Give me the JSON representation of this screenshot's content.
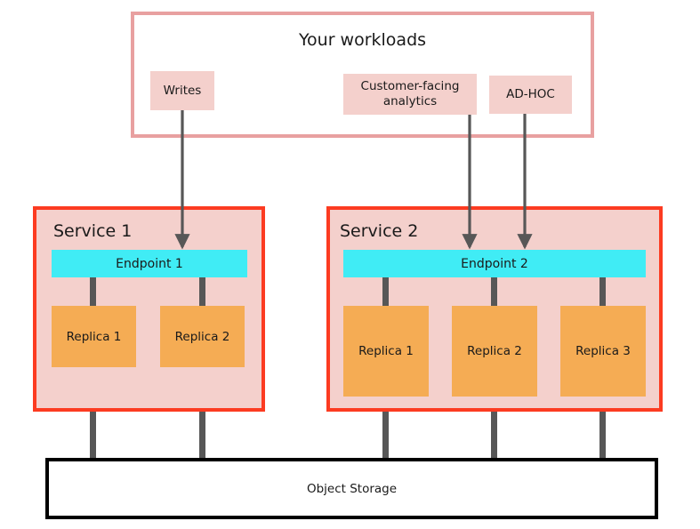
{
  "workloads": {
    "title": "Your workloads",
    "chips": [
      {
        "label": "Writes"
      },
      {
        "label": "Customer-facing analytics"
      },
      {
        "label": "AD-HOC"
      }
    ]
  },
  "services": [
    {
      "title": "Service 1",
      "endpoint": "Endpoint 1",
      "replicas": [
        {
          "label": "Replica 1"
        },
        {
          "label": "Replica 2"
        }
      ]
    },
    {
      "title": "Service 2",
      "endpoint": "Endpoint 2",
      "replicas": [
        {
          "label": "Replica 1"
        },
        {
          "label": "Replica 2"
        },
        {
          "label": "Replica 3"
        }
      ]
    }
  ],
  "storage": {
    "label": "Object Storage"
  },
  "colors": {
    "workload_border": "#e8a0a0",
    "chip_fill": "#f4d0cc",
    "service_border": "#fc3b21",
    "service_fill": "#f4d0cc",
    "endpoint_fill": "#40ecf5",
    "replica_fill": "#f5ac54",
    "connector": "#575757",
    "storage_border": "#000000",
    "background": "#ffffff",
    "text": "#1a1a1a"
  }
}
